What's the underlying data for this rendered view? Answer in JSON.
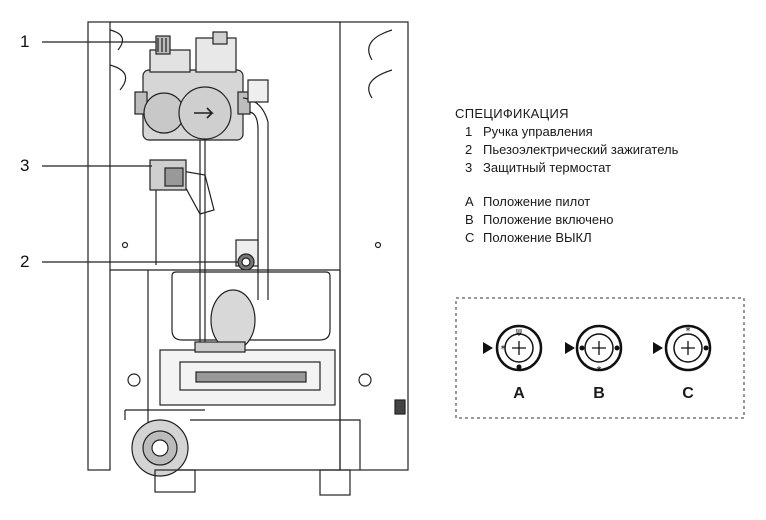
{
  "callouts": [
    "1",
    "3",
    "2"
  ],
  "spec": {
    "title": "СПЕЦИФИКАЦИЯ",
    "items": [
      {
        "key": "1",
        "text": "Ручка управления"
      },
      {
        "key": "2",
        "text": "Пьезоэлектрический зажигатель"
      },
      {
        "key": "3",
        "text": "Защитный термостат"
      }
    ],
    "positions": [
      {
        "key": "A",
        "text": "Положение пилот"
      },
      {
        "key": "B",
        "text": "Положение включено"
      },
      {
        "key": "C",
        "text": "Положение ВЫКЛ"
      }
    ]
  },
  "knobs": {
    "labels": [
      "A",
      "B",
      "C"
    ]
  }
}
